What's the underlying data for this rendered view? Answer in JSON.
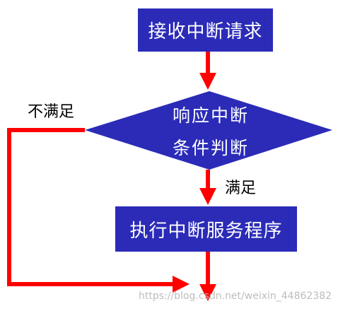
{
  "flowchart": {
    "start_box": "接收中断请求",
    "decision_line1": "响应中断",
    "decision_line2": "条件判断",
    "yes_label": "满足",
    "no_label": "不满足",
    "process_box": "执行中断服务程序"
  },
  "watermark": "https://blog.csdn.net/weixin_44862382",
  "colors": {
    "box_fill": "#2b2bb8",
    "arrow": "#ff0000",
    "text_on_box": "#ffffff"
  }
}
